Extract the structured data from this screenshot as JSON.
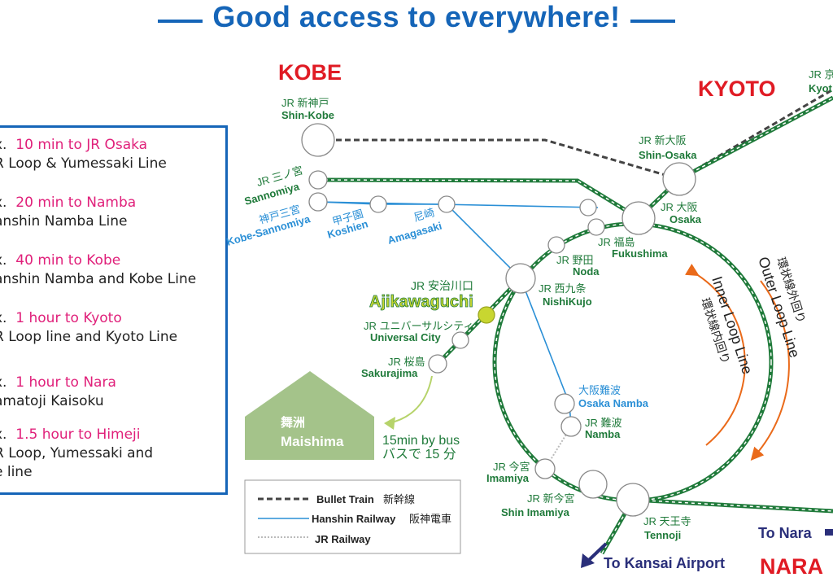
{
  "title": "Good access to everywhere!",
  "regions": {
    "kobe": "KOBE",
    "kyoto": "KYOTO",
    "nara": "NARA"
  },
  "access_info": [
    {
      "prefix": "x.",
      "time_dest": "10 min to JR Osaka",
      "detail": "R Loop & Yumessaki Line"
    },
    {
      "prefix": "x.",
      "time_dest": "20 min to Namba",
      "detail": "anshin Namba Line"
    },
    {
      "prefix": "x.",
      "time_dest": "40 min to Kobe",
      "detail": "anshin Namba and Kobe Line"
    },
    {
      "prefix": "x.",
      "time_dest": "1 hour to Kyoto",
      "detail": "R Loop line and Kyoto Line"
    },
    {
      "prefix": "x.",
      "time_dest": "1 hour to Nara",
      "detail": "amatoji Kaisoku"
    },
    {
      "prefix": "x.",
      "time_dest": "1.5 hour to Himeji",
      "detail": "R Loop, Yumessaki and",
      "detail2": "e line"
    }
  ],
  "stations": {
    "shin_kobe": {
      "jp": "JR 新神戸",
      "en": "Shin-Kobe"
    },
    "sannomiya": {
      "jp": "JR 三ノ宮",
      "en": "Sannomiya"
    },
    "kobe_sannomiya": {
      "jp": "神戸三宮",
      "en": "Kobe-Sannomiya"
    },
    "koshien": {
      "jp": "甲子園",
      "en": "Koshien"
    },
    "amagasaki": {
      "jp": "尼崎",
      "en": "Amagasaki"
    },
    "shin_osaka": {
      "jp": "JR 新大阪",
      "en": "Shin-Osaka"
    },
    "osaka": {
      "jp": "JR 大阪",
      "en": "Osaka"
    },
    "fukushima": {
      "jp": "JR 福島",
      "en": "Fukushima"
    },
    "noda": {
      "jp": "JR 野田",
      "en": "Noda"
    },
    "nishikujo": {
      "jp": "JR 西九条",
      "en": "NishiKujo"
    },
    "ajikawaguchi": {
      "jp": "JR 安治川口",
      "en": "Ajikawaguchi"
    },
    "universal_city": {
      "jp": "JR ユニバーサルシティ",
      "en": "Universal City"
    },
    "sakurajima": {
      "jp": "JR 桜島",
      "en": "Sakurajima"
    },
    "osaka_namba": {
      "jp": "大阪難波",
      "en": "Osaka Namba"
    },
    "namba": {
      "jp": "JR 難波",
      "en": "Namba"
    },
    "imamiya": {
      "jp": "JR 今宮",
      "en": "Imamiya"
    },
    "shin_imamiya": {
      "jp": "JR 新今宮",
      "en": "Shin Imamiya"
    },
    "tennoji": {
      "jp": "JR 天王寺",
      "en": "Tennoji"
    },
    "kyoto": {
      "jp": "JR 京",
      "en": "Kyot"
    }
  },
  "maishima": {
    "jp": "舞洲",
    "en": "Maishima"
  },
  "bus_note": {
    "en": "15min by bus",
    "jp": "バスで 15 分"
  },
  "loops": {
    "inner_en": "Inner Loop Line",
    "inner_jp": "環状線内回り",
    "outer_en": "Outer Loop Line",
    "outer_jp": "環状線外回り"
  },
  "destinations": {
    "to_nara": "To Nara",
    "to_kansai_airport": "To Kansai Airport"
  },
  "legend": [
    {
      "label_en": "Bullet Train",
      "label_jp": "新幹線",
      "style": "bullet"
    },
    {
      "label_en": "Hanshin Railway",
      "label_jp": "阪神電車",
      "style": "hanshin"
    },
    {
      "label_en": "JR Railway",
      "label_jp": "",
      "style": "jr"
    }
  ],
  "colors": {
    "title_blue": "#1565b8",
    "region_red": "#e01b24",
    "jr_green": "#1f7a3a",
    "hanshin_blue": "#2a8fd6",
    "bullet_gray": "#444444",
    "info_pink": "#e0207a",
    "arrow_orange": "#ea6a1a",
    "ajikawaguchi_yellow": "#c8d630",
    "maishima_green": "#a4c38a",
    "navy": "#2a2f7a"
  }
}
